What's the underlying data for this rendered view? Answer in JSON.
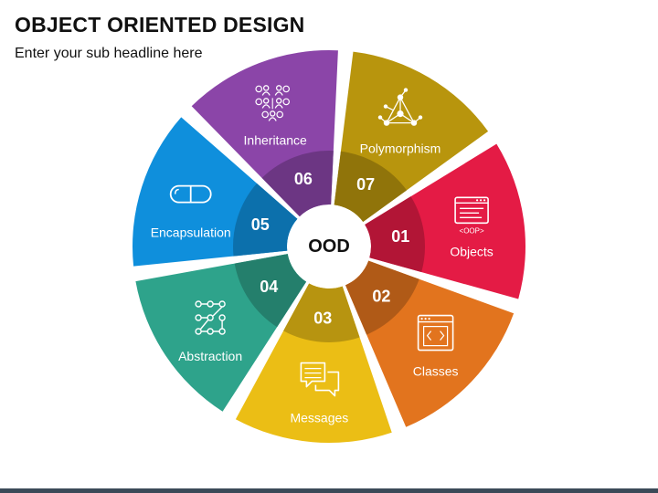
{
  "header": {
    "title": "OBJECT ORIENTED DESIGN",
    "subtitle": "Enter your sub headline here"
  },
  "center": {
    "label": "OOD"
  },
  "segments": [
    {
      "number": "01",
      "label": "Objects",
      "color": "#e41b45",
      "icon": "oop-window-icon"
    },
    {
      "number": "02",
      "label": "Classes",
      "color": "#e2741e",
      "icon": "code-window-icon"
    },
    {
      "number": "03",
      "label": "Messages",
      "color": "#ebbe15",
      "icon": "chat-bubbles-icon"
    },
    {
      "number": "04",
      "label": "Abstraction",
      "color": "#2ea38b",
      "icon": "node-network-icon"
    },
    {
      "number": "05",
      "label": "Encapsulation",
      "color": "#0f8fdc",
      "icon": "capsule-icon"
    },
    {
      "number": "06",
      "label": "Inheritance",
      "color": "#8b45a8",
      "icon": "people-hierarchy-icon"
    },
    {
      "number": "07",
      "label": "Polymorphism",
      "color": "#b8950d",
      "icon": "molecule-icon"
    }
  ],
  "icons": {
    "objects_badge": "<OOP>"
  }
}
